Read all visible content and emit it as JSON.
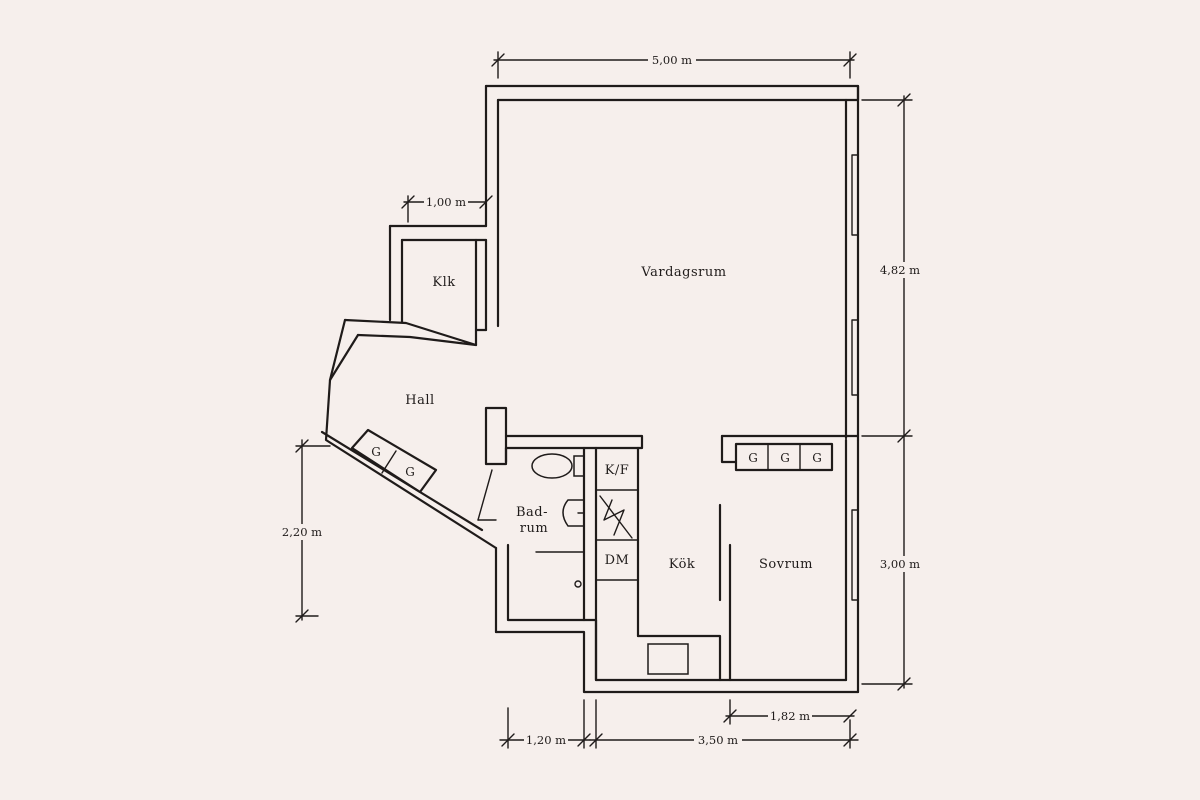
{
  "rooms": {
    "vardagsrum": "Vardagsrum",
    "klk": "Klk",
    "hall": "Hall",
    "badrum_line1": "Bad-",
    "badrum_line2": "rum",
    "kf": "K/F",
    "dm": "DM",
    "kok": "Kök",
    "sovrum": "Sovrum"
  },
  "closets": {
    "hall": [
      "G",
      "G"
    ],
    "sovrum": [
      "G",
      "G",
      "G"
    ]
  },
  "dimensions": {
    "top_width": "5,00 m",
    "klk_width": "1,00 m",
    "right_upper": "4,82 m",
    "right_lower": "3,00 m",
    "left_height": "2,20 m",
    "bottom_left": "1,20 m",
    "bottom_right": "3,50 m",
    "sovrum_width": "1,82 m"
  },
  "colors": {
    "background": "#f6efec",
    "ink": "#1f1b1a"
  }
}
